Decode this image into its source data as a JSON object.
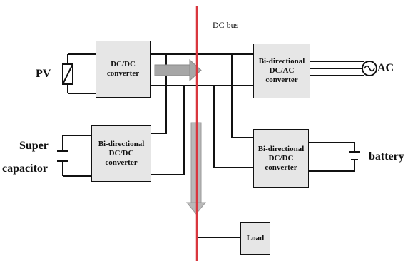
{
  "bus": {
    "label": "DC bus",
    "color": "#d9363e"
  },
  "arrow_color": "#a6a6a6",
  "blocks": {
    "pv_converter": "DC/DC\nconverter",
    "ac_converter": "Bi-directional\nDC/AC\nconverter",
    "sc_converter": "Bi-directional\nDC/DC\nconverter",
    "battery_converter": "Bi-directional\nDC/DC\nconverter",
    "load": "Load"
  },
  "sources": {
    "pv": "PV",
    "ac": "AC",
    "super_capacitor_line1": "Super",
    "super_capacitor_line2": "capacitor",
    "battery": "battery"
  }
}
